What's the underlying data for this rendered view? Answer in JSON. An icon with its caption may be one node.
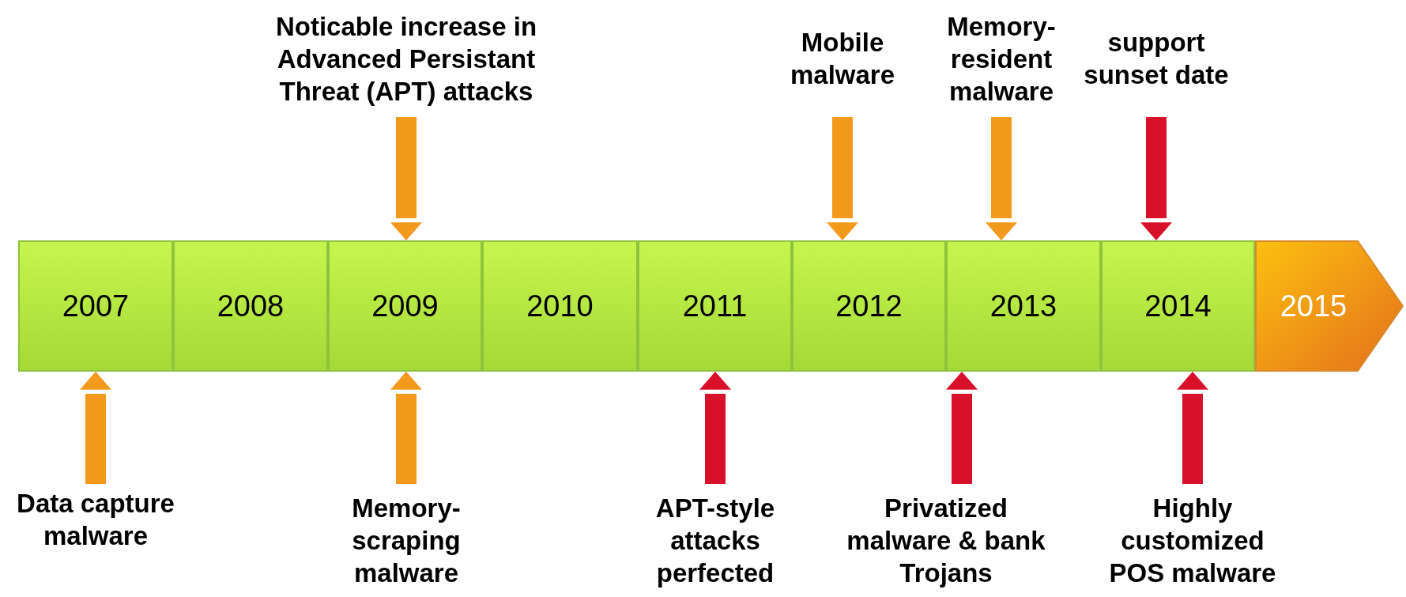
{
  "diagram": {
    "nodes": [
      {
        "text": [
          "Noticable increase in Advanced Persistant Threat (APT) attacks"
        ]
      },
      {
        "text": [
          "Mobile malware"
        ]
      },
      {
        "text": [
          "Memory-resident malware"
        ]
      },
      {
        "text": [
          "support sunset date"
        ]
      },
      {
        "text": [
          "2007"
        ]
      },
      {
        "text": [
          "2008"
        ]
      },
      {
        "text": [
          "2009"
        ]
      },
      {
        "text": [
          "2010"
        ]
      },
      {
        "text": [
          "2011"
        ]
      },
      {
        "text": [
          "2012"
        ]
      },
      {
        "text": [
          "2013"
        ]
      },
      {
        "text": [
          "2014"
        ]
      },
      {
        "text": [
          "2015"
        ]
      },
      {
        "text": [
          "Data capture malware"
        ]
      },
      {
        "text": [
          "Memory-scraping malware"
        ]
      },
      {
        "text": [
          "APT-style attacks perfected"
        ]
      },
      {
        "text": [
          "Privatized malware & bank Trojans"
        ]
      },
      {
        "text": [
          "Highly customized POS malware"
        ]
      }
    ],
    "edges": [
      {
        "from": 0,
        "to": 6,
        "arrow": "to"
      },
      {
        "from": 1,
        "to": 9,
        "arrow": "to"
      },
      {
        "from": 2,
        "to": 10,
        "arrow": "to"
      },
      {
        "from": 3,
        "to": 11,
        "arrow": "to",
        "color": "#d8102a"
      },
      {
        "from": 13,
        "to": 4,
        "arrow": "to"
      },
      {
        "from": 14,
        "to": 6,
        "arrow": "to"
      },
      {
        "from": 15,
        "to": 8,
        "arrow": "to",
        "color": "#d8102a"
      },
      {
        "from": 16,
        "to": 10,
        "arrow": "to",
        "color": "#d8102a"
      },
      {
        "from": 17,
        "to": 11,
        "arrow": "to",
        "color": "#d8102a"
      }
    ]
  }
}
